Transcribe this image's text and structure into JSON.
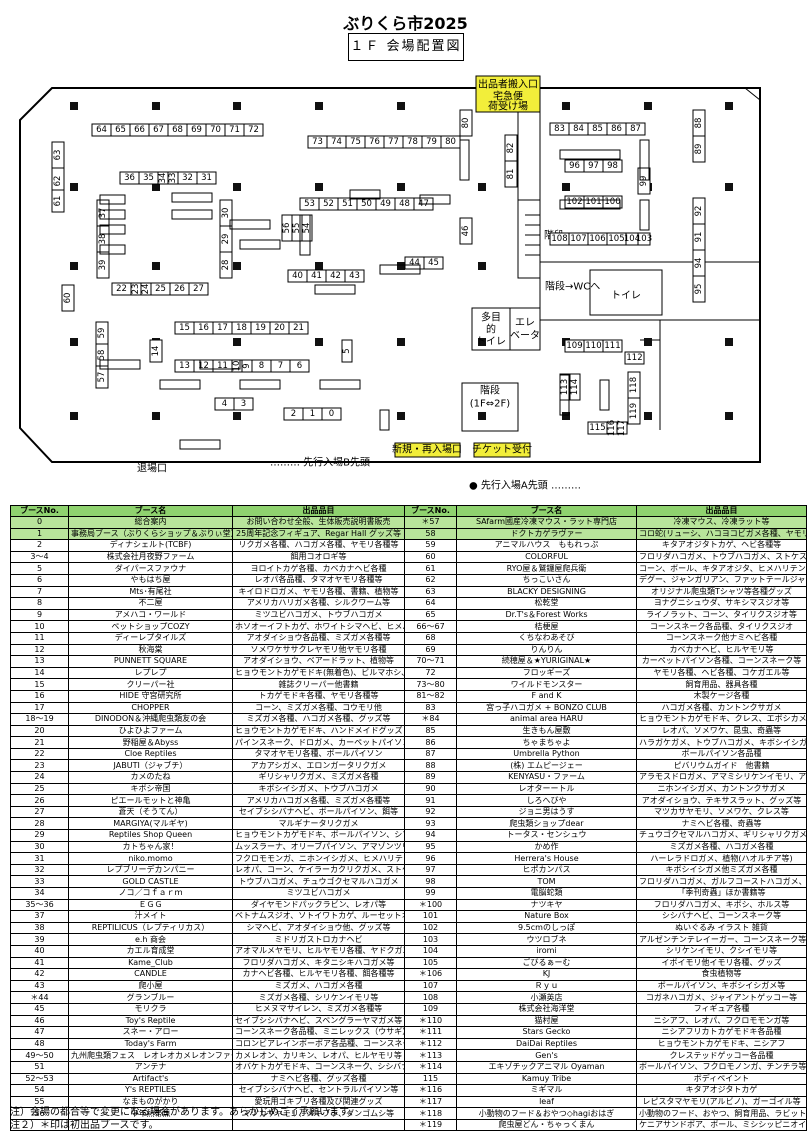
{
  "title": "ぶりくら市2025",
  "floor_title": "１Ｆ 会場配置図",
  "map": {
    "loading_entrance": "出品者搬入口",
    "delivery": "宅急便",
    "receiving": "荷受け場",
    "stairs_small": "階段",
    "stairs_wc": "階段→WCへ",
    "toilet": "トイレ",
    "multi_toilet_1": "多目",
    "multi_toilet_2": "的",
    "multi_toilet_3": "トイレ",
    "elevator_1": "エレ",
    "elevator_2": "ベータ",
    "stairs_big": "階段",
    "stairs_big_sub": "(1F⇔2F)",
    "exit": "退場口",
    "new_entrance": "新規・再入場口",
    "ticket": "チケット受付",
    "priority_b": "……… 先行入場B先頭",
    "priority_a": "● 先行入場A先頭 ………"
  },
  "table": {
    "headers": [
      "ブースNo.",
      "ブース名",
      "出品品目",
      "ブースNo.",
      "ブース名",
      "出品品目"
    ],
    "rows": [
      [
        "0",
        "総合案内",
        "お問い合わせ全般、生体販売説明書販売",
        "＊57",
        "SAfarm國産冷凍マウス・ラット専門店",
        "冷凍マウス、冷凍ラット等"
      ],
      [
        "1",
        "事務局ブース（ぶりくらショップ＆ぶりぃ堂）",
        "25周年記念フィギュア、Regar Hall グッズ等",
        "58",
        "ドクトカゲラヴァー",
        "コロ蛇(リューシ、ハコヨコビガメ各種、ヤモリ各種等"
      ],
      [
        "2",
        "ディナシェルト(TCBF)",
        "リクガメ各種、ハコガメ各種、ヤモリ各種等",
        "59",
        "アニマルハウス　ももれっぷ",
        "キタアオジタトカゲ、ヘビ各種等"
      ],
      [
        "3～4",
        "株式会社月夜野ファーム",
        "餌用コオロギ等",
        "60",
        "COLORFUL",
        "フロリダハコガメ、トウブハコガメ、ストケス等"
      ],
      [
        "5",
        "ダイパースファウナ",
        "ヨロイトカゲ各種、カベカナヘビ各種",
        "61",
        "RYO屋＆鷲鑼屋爬兵衛",
        "コーン、ボール、キタアオジタ、ヒメハリテンレック等"
      ],
      [
        "6",
        "やもはち屋",
        "レオパ各品種、タマオヤモリ各種等",
        "62",
        "ちっこいさん",
        "デグー、ジャンガリアン、ファットテールジャービル等"
      ],
      [
        "7",
        "Mts･有尾社",
        "キイロドロガメ、ヤモリ各種、書籍、植物等",
        "63",
        "BLACKY DESIGNING",
        "オリジナル爬虫類Tシャツ等各種グッズ"
      ],
      [
        "8",
        "不二屋",
        "アメリカハリガメ各種、シルクワーム等",
        "64",
        "松乾堂",
        "ヨナグニシュウダ、サキシマスジオ等"
      ],
      [
        "9",
        "アメハコ・ワールド",
        "ミツユビハコガメ、トウブハコガメ",
        "65",
        "Dr.T's＆Forest Works",
        "ライノラット、コーン、タイリクスジオ等"
      ],
      [
        "10",
        "ペットショップCOZY",
        "ホソオーイフトカゲ、ホワイトシマヘビ、ヒメハリテンレック等",
        "66～67",
        "桔梗屋",
        "コーンスネーク各品種、タイリクスジオ"
      ],
      [
        "11",
        "ディーレプタイルズ",
        "アオダイショウ各品種、ミズガメ各種等",
        "68",
        "くちなわあそび",
        "コーンスネーク他ナミヘビ各種"
      ],
      [
        "12",
        "秋海棠",
        "ソメワケササクレヤモリ他ヤモリ各種",
        "69",
        "りんりん",
        "カベカナヘビ、ヒルヤモリ等"
      ],
      [
        "13",
        "PUNNETT SQUARE",
        "アオダイショウ、ベアードラット、植物等",
        "70～71",
        "続穂屋＆★YURIGINAL★",
        "カーペットパイソン各種、コーンスネーク等"
      ],
      [
        "14",
        "レプレプ",
        "ヒョウモントカゲモドキ(無着色)、ビルマホシ、スキンクヤモリ等",
        "72",
        "フロッギーズ",
        "ヤモリ各種、ヘビ各種、コケガエル等"
      ],
      [
        "15",
        "クリーパー社",
        "雑誌クリーパー他書籍",
        "73～80",
        "ワイルドモンスター",
        "飼育用品、器具各種"
      ],
      [
        "16",
        "HIDE 守宮研究所",
        "トカゲモドキ各種、ヤモリ各種等",
        "81～82",
        "F and K",
        "木製ケージ各種"
      ],
      [
        "17",
        "CHOPPER",
        "コーン、ミズガメ各種、コウモリ他",
        "83",
        "宮っ子ハコガメ + BONZO CLUB",
        "ハコガメ各種、カントンクサガメ"
      ],
      [
        "18～19",
        "DINODON＆沖縄爬虫類友の会",
        "ミズガメ各種、ハコガメ各種、グッズ等",
        "＊84",
        "animal area HARU",
        "ヒョウモントカゲモドキ、クレス、エボシカメレオン"
      ],
      [
        "20",
        "ひよひよファーム",
        "ヒョウモントカゲモドキ、ハンドメイドグッズ",
        "85",
        "生きもん屋敷",
        "レオパ、ソメワケ、昆虫、奇蟲等"
      ],
      [
        "21",
        "野稲屋＆Abyss",
        "パインスネーク、ドロガメ、カーペットパイソン等",
        "86",
        "ちゃまちゃよ",
        "ハラガケガメ、トウブハコガメ、キボシイシガメ"
      ],
      [
        "22",
        "Cloe Reptiles",
        "タマオヤモリ各種、ボールパイソン",
        "87",
        "Umbrella Python",
        "ボールパイソン各品種"
      ],
      [
        "23",
        "JABUTI（ジャブチ）",
        "アカアシガメ、エロンガータリクガメ",
        "88",
        "(株) エムピージェー",
        "ピバリウムガイド　他書籍"
      ],
      [
        "24",
        "カメのたね",
        "ギリシャリクガメ、ミズガメ各種",
        "89",
        "KENYASU・ファーム",
        "アラモスドロガメ、アマミシリケンイモリ、アロハリナ等"
      ],
      [
        "25",
        "キボシ帝国",
        "キボシイシガメ、トウブハコガメ",
        "90",
        "レオターートル",
        "ニホンイシガメ、カントンクサガメ"
      ],
      [
        "26",
        "ピエールモットと神亀",
        "アメリカハコガメ各種、ミズガメ各種等",
        "91",
        "しろへびや",
        "アオダイショウ、テキサスラット、グッズ等"
      ],
      [
        "27",
        "蒼天（そうてん）",
        "セイブシシバナヘビ、ボールパイソン、餌等",
        "92",
        "ジョニ男はうす",
        "マツカサヤモリ、ソメワケ、クレス等"
      ],
      [
        "28",
        "MARGIYA(マルギヤ)",
        "マルギナータリクガメ",
        "93",
        "爬虫類ショップdear",
        "ナミヘビ各種、奇蟲等"
      ],
      [
        "29",
        "Reptiles Shop Queen",
        "ヒョウモントカゲモドキ、ボールパイソン、シマヘビ、グッズ等",
        "94",
        "トータス・センシュウ",
        "チュウゴクセマルハコガメ、ギリシャリクガメ、植物等"
      ],
      [
        "30",
        "カトちゃん家！",
        "ムッスラーナ、オリーブパイソン、アマゾンツリーボア等",
        "95",
        "かめ作",
        "ミズガメ各種、ハコガメ各種"
      ],
      [
        "31",
        "niko.momo",
        "フクロモモンガ、ニホンイシガメ、ヒメハリテンレック等",
        "96",
        "Herrera's House",
        "ハーレラドロガメ、植物(ハオルチア等)"
      ],
      [
        "32",
        "レプブリーデカンパニー",
        "レオパ、コーン、ケイラーカクリクガメ、ストケス",
        "97",
        "ヒポカンパス",
        "キボシイシガメ他ミズガメ各種"
      ],
      [
        "33",
        "GOLD CASTLE",
        "トウブハコガメ、チュウゴクセマルハコガメ",
        "98",
        "TOM",
        "フロリダハコガメ、ガルフコーストハコガメ、雑貨等"
      ],
      [
        "34",
        "ノコ／コｆａｒｍ",
        "ミツユビハコガメ",
        "99",
        "電脳蛇類",
        "「季刊奇蟲」ほか書籍等"
      ],
      [
        "35～36",
        "ＥＧＧ",
        "ダイヤモンドパックラビン、レオパ等",
        "＊100",
        "ナツキヤ",
        "フロリダハコガメ、キボシ、ホルス等"
      ],
      [
        "37",
        "汁メイト",
        "ベトナムスジオ、ソトイワトカゲ、ルーセットオオコウモリ等",
        "101",
        "Nature Box",
        "シシバナヘビ、コーンスネーク等"
      ],
      [
        "38",
        "REPTILICUS（レプティリカス）",
        "シマヘビ、アオダイショウ他、グッズ等",
        "102",
        "9.5cmのしっぽ",
        "ぬいぐるみ イラスト 雑貨"
      ],
      [
        "39",
        "e.h 商会",
        "ミドリガストロカナヘビ",
        "103",
        "ウツロブネ",
        "アルゼンチンテレイーガー、コーンスネーク等"
      ],
      [
        "40",
        "カエル育成堂",
        "アオマルメヤモリ、ヒルヤモリ各種、ヤドクガエル各種",
        "104",
        "iromi",
        "シリケンイモリ、クシイモリ等"
      ],
      [
        "41",
        "Kame_Club",
        "フロリダハコガメ、キタニシキハコガメ等",
        "105",
        "ごびるぁーむ",
        "イボイモリ他イモリ各種、グッズ"
      ],
      [
        "42",
        "CANDLE",
        "カナヘビ各種、ヒルヤモリ各種、餌各種等",
        "＊106",
        "KJ",
        "食虫植物等"
      ],
      [
        "43",
        "爬小屋",
        "ミズガメ、ハコガメ各種",
        "107",
        "Ｒｙｕ",
        "ボールパイソン、キボシイシガメ等"
      ],
      [
        "＊44",
        "グランブルー",
        "ミズガメ各種、シリケンイモリ等",
        "108",
        "小瀬英店",
        "コガネハコガメ、ジャイアントゲッコー等"
      ],
      [
        "45",
        "モリクラ",
        "ヒメヌマサイレン、ミズガメ各種等",
        "109",
        "株式会社海洋堂",
        "フィギュア各種"
      ],
      [
        "46",
        "Toy's Reptile",
        "セイブシシバナヘビ、スベングラーヤマガメ等",
        "＊110",
        "猫村屋",
        "ニシアフ、レオパ、フクロモモンガ等"
      ],
      [
        "47",
        "スネー・アロー",
        "コーンスネーク各品種、ミニレックス（ウサギ）",
        "＊111",
        "Stars Gecko",
        "ニシアフリカトカゲモドキ各品種"
      ],
      [
        "48",
        "Today's Farm",
        "コロンビアレインボーボア各品種、コーンスネーク",
        "＊112",
        "DaiDai Reptiles",
        "ヒョウモントカゲモドキ、ニシアフ"
      ],
      [
        "49～50",
        "九州爬虫類フェス　レオレオカメレオンファーム",
        "カメレオン、カリキン、レオパ、ヒルヤモリ等",
        "＊113",
        "Gen's",
        "クレステッドゲッコー各品種"
      ],
      [
        "51",
        "アンテナ",
        "オバケトカゲモドキ、コーンスネーク、シシバナ等",
        "＊114",
        "エキゾチックアニマル Oyaman",
        "ボールパイソン、フクロモノンガ、チンチラ等"
      ],
      [
        "52～53",
        "Artifact's",
        "ナミヘビ各種、グッズ各種",
        "115",
        "Kamuy Tribe",
        "ボディペイント"
      ],
      [
        "54",
        "Y's REPTILES",
        "セイブシシバナヘビ、セントラルパイソン等",
        "＊116",
        "ミギマル",
        "キタアオジタトカゲ"
      ],
      [
        "55",
        "なまものがかり",
        "愛玩用ゴキブリ各種及び関連グッズ",
        "＊117",
        "leaf",
        "レピスタマヤモリ(アルビノ)、ガーゴイル等"
      ],
      [
        "56",
        "中年熱帯魚",
        "マツカサヤモリ、メキブラ、ダンゴムシ等",
        "＊118",
        "小動物のフード＆おやつ◇hagiおはぎ",
        "小動物のフード、おやつ、飼育用品、ラビットモリオーダーのアクセサリー、雑貨"
      ],
      [
        "",
        "",
        "",
        "＊119",
        "爬虫屋どん・ちゃっくまん",
        "ケニアサンドボア、ボール、ミシシッピニオイガメ等"
      ]
    ]
  },
  "notes": [
    "注）会場の都合等で変更になる場合があります。あらかじめご了承願います。",
    "注２）＊印は初出品ブースです。"
  ],
  "colors": {
    "header_bg": "#8fd26f",
    "highlight_bg": "#b8e49b",
    "yellow": "#f2ee3a"
  }
}
